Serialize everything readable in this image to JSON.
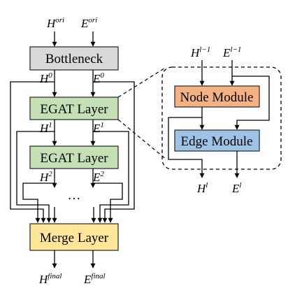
{
  "inputs": {
    "h": {
      "base": "H",
      "sup": "ori"
    },
    "e": {
      "base": "E",
      "sup": "ori"
    }
  },
  "blocks": {
    "bottleneck": {
      "label": "Bottleneck",
      "fill": "#d9d9d9"
    },
    "egat1": {
      "label": "EGAT Layer",
      "fill": "#c5e0b4"
    },
    "egat2": {
      "label": "EGAT Layer",
      "fill": "#c5e0b4"
    },
    "merge": {
      "label": "Merge Layer",
      "fill": "#ffe699"
    }
  },
  "stage_vars": {
    "h0": {
      "base": "H",
      "sup": "0"
    },
    "e0": {
      "base": "E",
      "sup": "0"
    },
    "h1": {
      "base": "H",
      "sup": "1"
    },
    "e1": {
      "base": "E",
      "sup": "1"
    },
    "h2": {
      "base": "H",
      "sup": "2"
    },
    "e2": {
      "base": "E",
      "sup": "2"
    }
  },
  "ellipsis": "···",
  "outputs": {
    "h": {
      "base": "H",
      "sup": "final"
    },
    "e": {
      "base": "E",
      "sup": "final"
    }
  },
  "detail": {
    "h_in": {
      "base": "H",
      "sup": "l−1"
    },
    "e_in": {
      "base": "E",
      "sup": "l−1"
    },
    "node_module": {
      "label": "Node Module",
      "fill": "#f4b183"
    },
    "edge_module": {
      "label": "Edge Module",
      "fill": "#9dc3e6"
    },
    "h_out": {
      "base": "H",
      "sup": "l"
    },
    "e_out": {
      "base": "E",
      "sup": "l"
    }
  }
}
